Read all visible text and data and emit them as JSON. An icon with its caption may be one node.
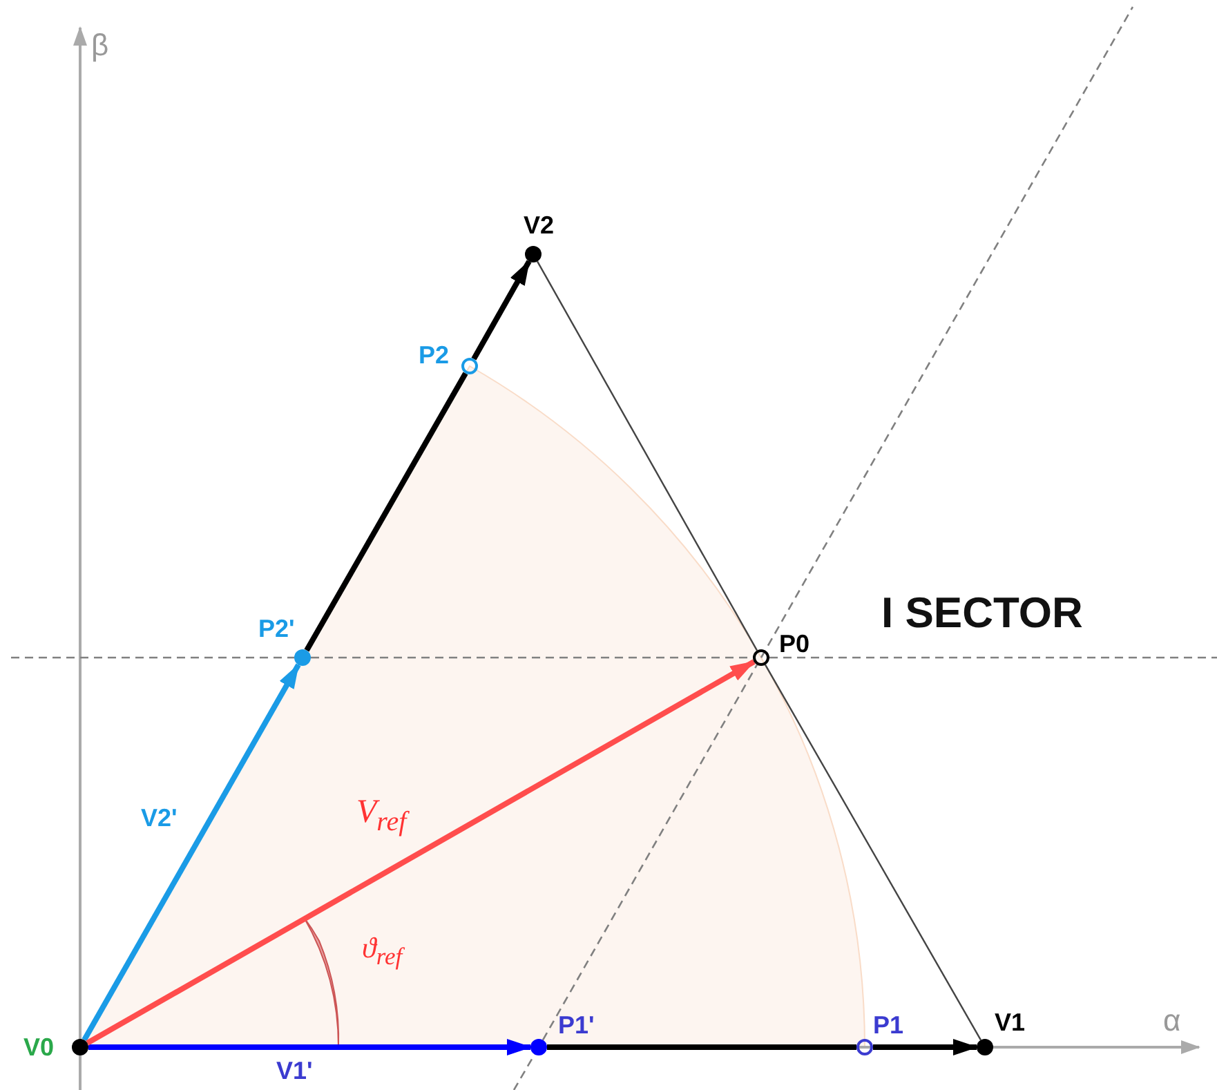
{
  "diagram": {
    "nodes": [
      {
        "text": [],
        "shape": "circle",
        "beside": [
          "V0"
        ]
      },
      {
        "text": [],
        "shape": "circle",
        "beside": [
          "V1"
        ]
      },
      {
        "text": [],
        "shape": "circle",
        "beside": [
          "V2"
        ]
      },
      {
        "text": [],
        "shape": "ring",
        "beside": [
          "P0"
        ]
      },
      {
        "text": [],
        "shape": "ring",
        "beside": [
          "P1"
        ]
      },
      {
        "text": [],
        "shape": "circle",
        "beside": [
          "P1'"
        ]
      },
      {
        "text": [],
        "shape": "ring",
        "beside": [
          "P2"
        ]
      },
      {
        "text": [],
        "shape": "circle",
        "beside": [
          "P2'"
        ]
      }
    ],
    "edges": [
      {
        "from": 0,
        "to": 5,
        "arrow": "to",
        "label": "V1'",
        "color": "#0000ff"
      },
      {
        "from": 5,
        "to": 4,
        "arrow": "none"
      },
      {
        "from": 4,
        "to": 1,
        "arrow": "to"
      },
      {
        "from": 0,
        "to": 7,
        "arrow": "to",
        "label": "V2'",
        "color": "#1a9be6"
      },
      {
        "from": 7,
        "to": 6,
        "arrow": "none"
      },
      {
        "from": 6,
        "to": 2,
        "arrow": "to"
      },
      {
        "from": 2,
        "to": 3,
        "arrow": "none",
        "color": "#444444"
      },
      {
        "from": 3,
        "to": 1,
        "arrow": "none",
        "color": "#444444"
      },
      {
        "from": 0,
        "to": 3,
        "arrow": "to",
        "label": "V$_{ref}$",
        "color": "#ff4d4d"
      },
      {
        "from": 7,
        "to": 3,
        "arrow": "none",
        "style": "dashed",
        "color": "#808080"
      },
      {
        "from": 5,
        "to": 3,
        "arrow": "none",
        "style": "dashed",
        "color": "#808080"
      }
    ],
    "labels": [
      "β",
      "I SECTOR",
      "ϑ$_{ref}$",
      "α"
    ]
  }
}
